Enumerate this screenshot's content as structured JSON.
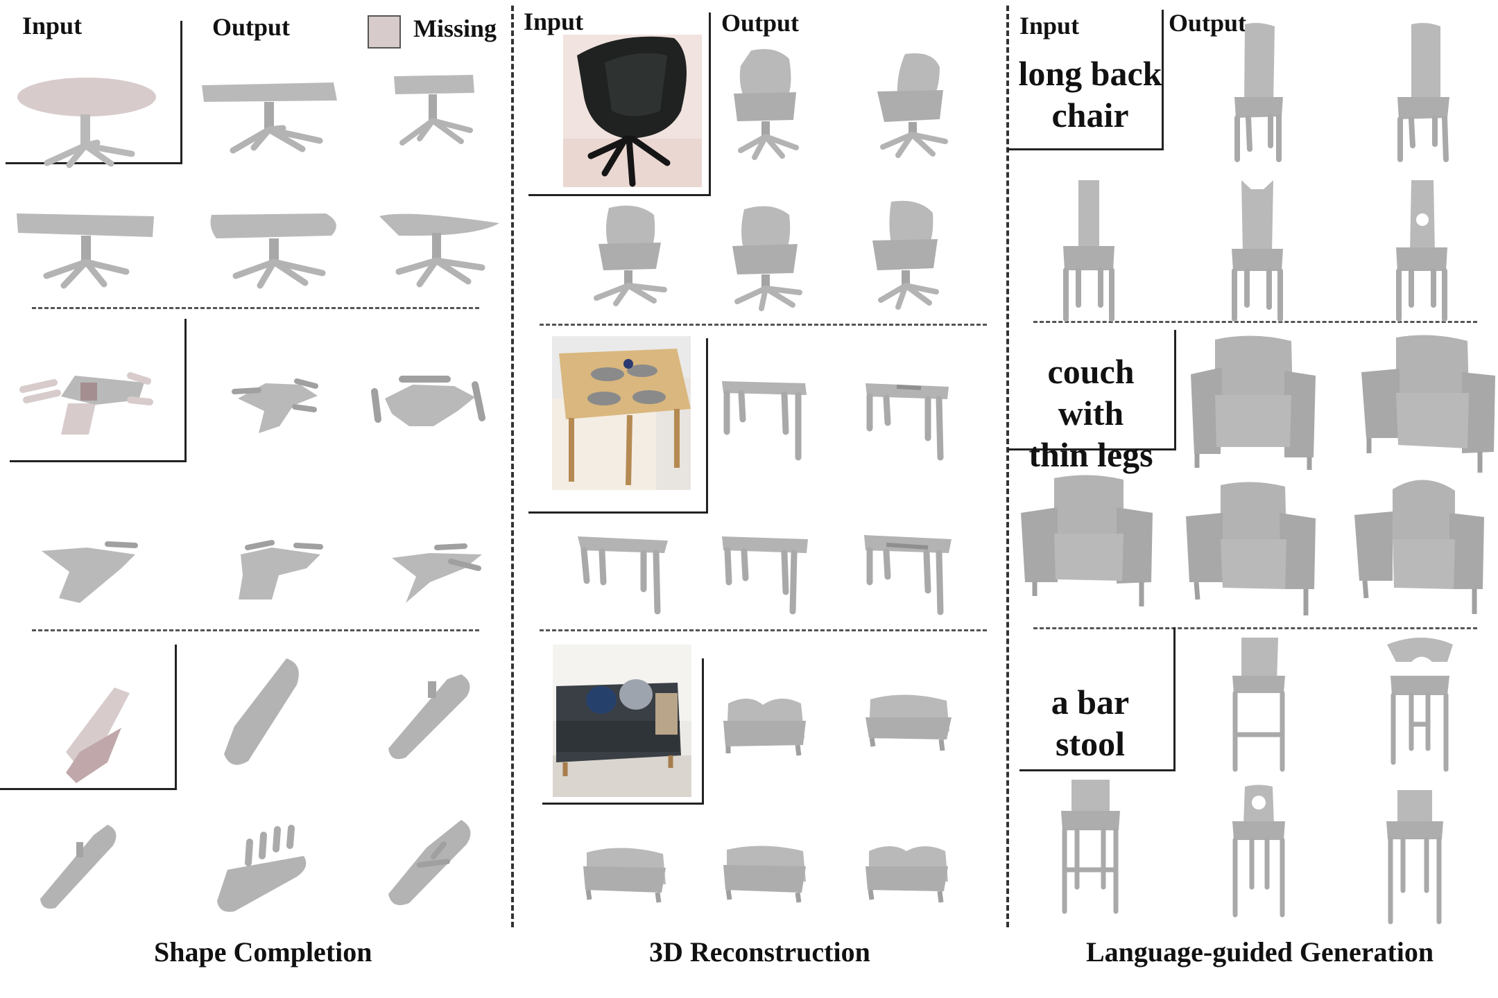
{
  "headers": {
    "input": "Input",
    "output": "Output",
    "missing": "Missing"
  },
  "prompts": {
    "p1_line1": "long back",
    "p1_line2": "chair",
    "p2_line1": "couch with",
    "p2_line2": "thin legs",
    "p3": "a bar stool"
  },
  "captions": {
    "left": "Shape Completion",
    "middle": "3D Reconstruction",
    "right": "Language-guided Generation"
  },
  "colors": {
    "shape": "#b9b9b9",
    "shape_dark": "#8f8f8f",
    "missing": "#d8cbcc"
  }
}
